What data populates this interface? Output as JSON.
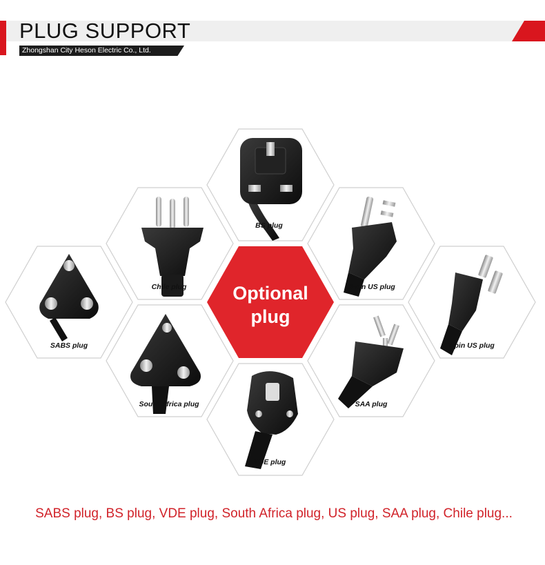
{
  "header": {
    "title": "PLUG SUPPORT",
    "company": "Zhongshan City Heson Electric Co., Ltd.",
    "accent_color": "#d9161e"
  },
  "center": {
    "line1": "Optional",
    "line2": "plug",
    "color": "#e0252b"
  },
  "plugs": [
    {
      "id": "bs",
      "label": "BS plug",
      "icon": "bs-plug-icon"
    },
    {
      "id": "chile",
      "label": "Chile plug",
      "icon": "chile-plug-icon"
    },
    {
      "id": "us3",
      "label": "3-pin US plug",
      "icon": "us-3pin-plug-icon"
    },
    {
      "id": "sabs",
      "label": "SABS plug",
      "icon": "sabs-plug-icon"
    },
    {
      "id": "us2",
      "label": "2-pin US plug",
      "icon": "us-2pin-plug-icon"
    },
    {
      "id": "sa",
      "label": "South Africa plug",
      "icon": "south-africa-plug-icon"
    },
    {
      "id": "saa",
      "label": "SAA plug",
      "icon": "saa-plug-icon"
    },
    {
      "id": "vde",
      "label": "VDE plug",
      "icon": "vde-plug-icon"
    }
  ],
  "footer": {
    "text": "SABS plug, BS plug, VDE plug, South Africa plug, US plug, SAA plug, Chile plug..."
  }
}
